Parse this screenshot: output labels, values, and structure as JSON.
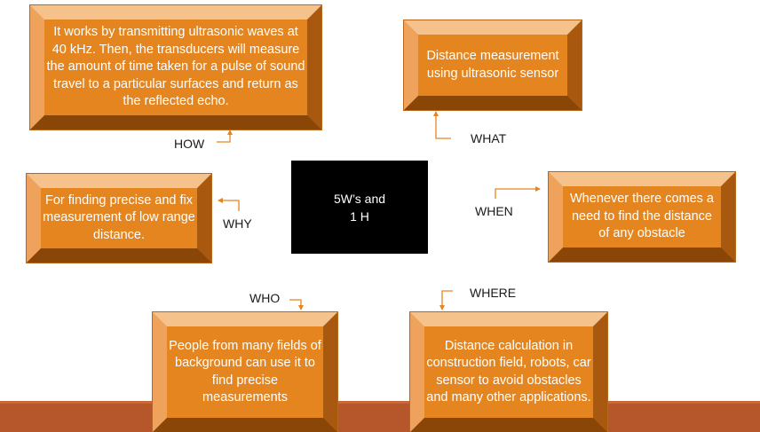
{
  "center": {
    "line1": "5W’s and",
    "line2": "1 H"
  },
  "labels": {
    "how": "HOW",
    "what": "WHAT",
    "why": "WHY",
    "when": "WHEN",
    "who": "WHO",
    "where": "WHERE"
  },
  "boxes": {
    "how": "It works by transmitting ultrasonic waves at 40 kHz. Then, the transducers will measure the amount of time taken for a pulse of sound travel to a particular surfaces and return as the reflected echo.",
    "what": "Distance measurement using ultrasonic sensor",
    "why": "For finding precise and fix measurement of low range distance.",
    "when": "Whenever there comes a need to find  the distance of any obstacle",
    "who": "People from many fields of background can use it to find precise measurements",
    "where": "Distance calculation in construction field, robots, car sensor to avoid obstacles and many other applications."
  },
  "colors": {
    "box_fill": "#e5851f",
    "arrow": "#e5851f",
    "center_fill": "#000000",
    "bottom_band": "#b5562b"
  }
}
